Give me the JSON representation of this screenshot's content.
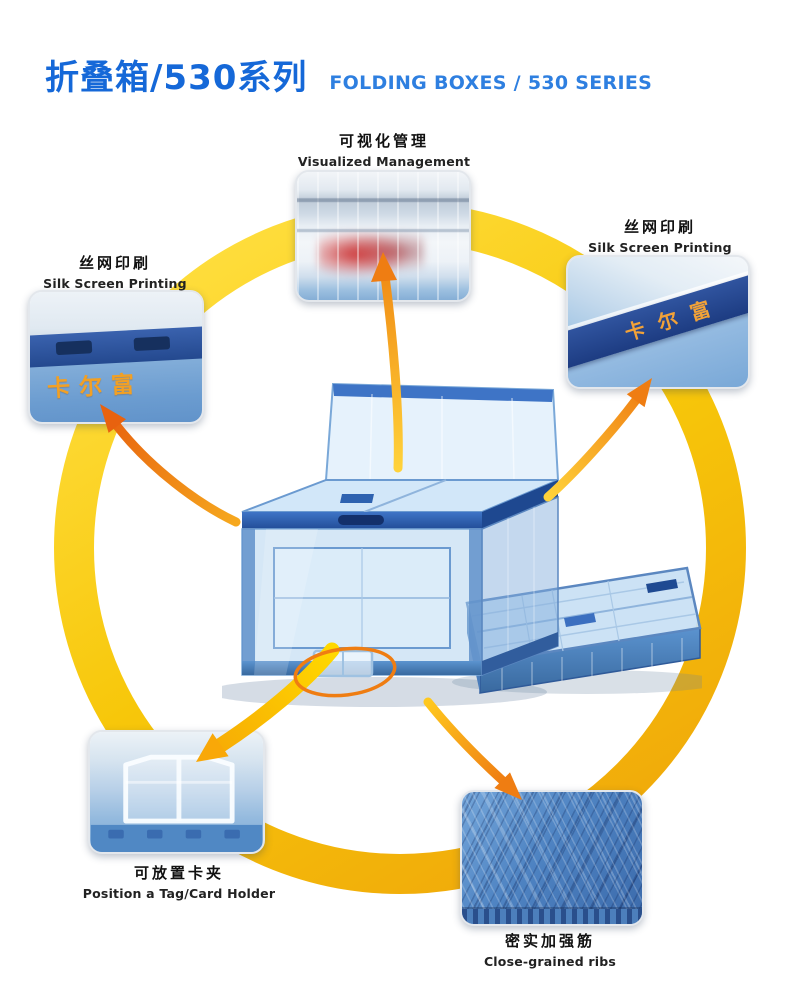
{
  "header": {
    "title_cn": "折叠箱/530系列",
    "title_en": "FOLDING BOXES / 530 SERIES"
  },
  "diagram": {
    "callouts": {
      "visualized_management": {
        "label_cn": "可视化管理",
        "label_en": "Visualized Management"
      },
      "silk_screen_right": {
        "label_cn": "丝网印刷",
        "label_en": "Silk Screen Printing"
      },
      "silk_screen_left": {
        "label_cn": "丝网印刷",
        "label_en": "Silk Screen Printing"
      },
      "card_holder": {
        "label_cn": "可放置卡夹",
        "label_en": "Position a Tag/Card Holder"
      },
      "close_grained_ribs": {
        "label_cn": "密实加强筋",
        "label_en": "Close-grained ribs"
      }
    },
    "product": {
      "brand_text": "卡尔富"
    }
  },
  "colors": {
    "title_blue": "#1568d8",
    "ring_gold": "#f7c70a",
    "arrow_orange": "#ef7d12",
    "arrow_yellow": "#ffd400",
    "box_blue": "#3b6fc0",
    "brand_orange": "#f2a238"
  }
}
